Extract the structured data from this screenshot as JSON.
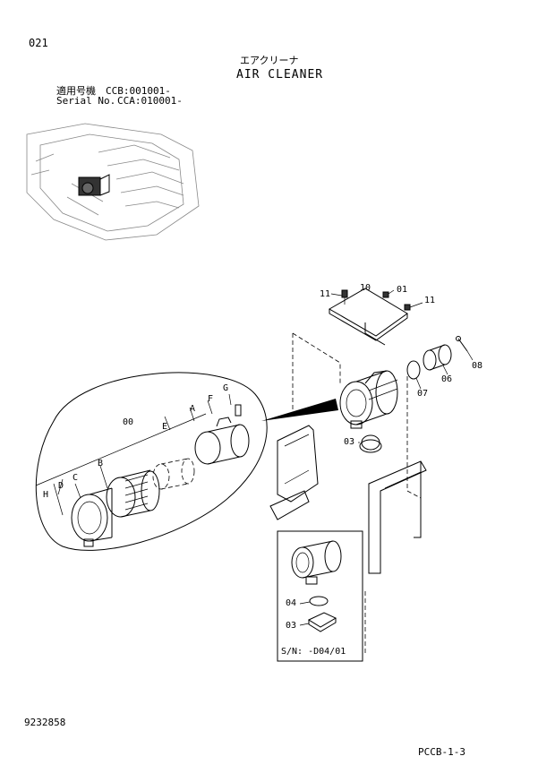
{
  "header": {
    "page_number": "021",
    "title_jp": "エアクリーナ",
    "title_en": "AIR CLEANER",
    "applicable_label": "適用号機",
    "applicable_value": "CCB:001001-",
    "serial_label": "Serial No.",
    "serial_value": "CCA:010001-"
  },
  "callouts": {
    "c00": "00",
    "c01": "01",
    "c03a": "03",
    "c03b": "03",
    "c04": "04",
    "c06": "06",
    "c07": "07",
    "c08": "08",
    "c10": "10",
    "c11a": "11",
    "c11b": "11",
    "A": "A",
    "B": "B",
    "C": "C",
    "D": "D",
    "E": "E",
    "F": "F",
    "G": "G",
    "H": "H"
  },
  "inset": {
    "serial_note": "S/N: -D04/01"
  },
  "footer": {
    "part_number": "9232858",
    "page_ref": "PCCB-1-3"
  }
}
